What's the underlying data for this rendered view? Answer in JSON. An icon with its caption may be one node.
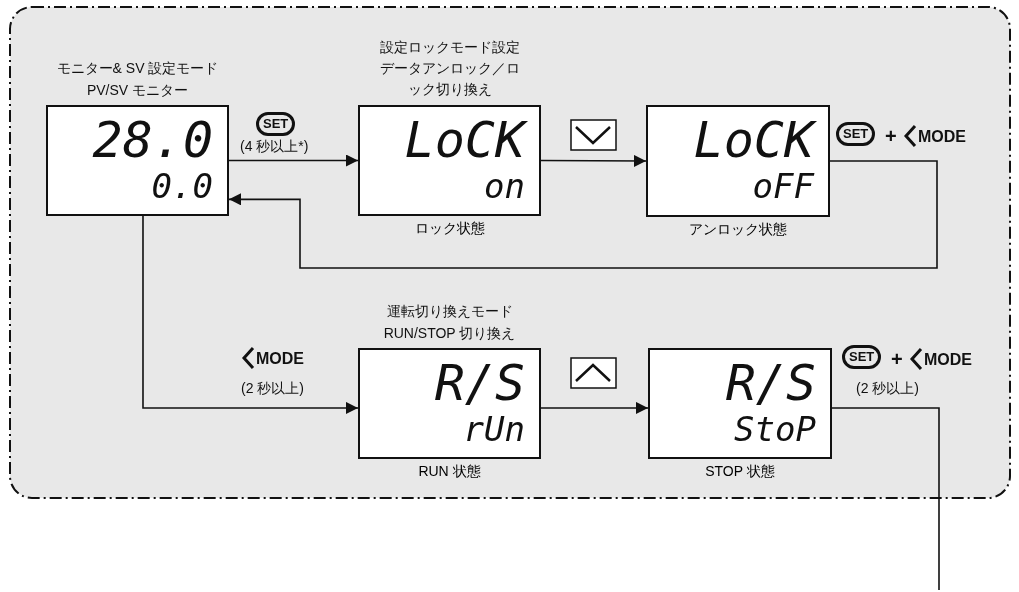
{
  "diagram": {
    "nodes": [
      {
        "text": [],
        "shape": "box"
      },
      {
        "text": [
          "モニター& SV 設定モードPV/SV モニター",
          "28.0",
          "0.0"
        ],
        "in": 0
      },
      {
        "text": [
          "設定ロックモード設定データアンロック／ロック切り換え",
          "LoCK",
          "on"
        ],
        "beside": [
          "ロック状態"
        ],
        "in": 0
      },
      {
        "text": [
          "LoCK",
          "oFF"
        ],
        "beside": [
          "アンロック状態"
        ],
        "in": 0
      },
      {
        "text": [
          "運転切り換えモードRUN/STOP 切り換え",
          "R/S",
          "rUn"
        ],
        "beside": [
          "RUN 状態"
        ],
        "in": 0
      },
      {
        "text": [
          "R/S",
          "StoP"
        ],
        "beside": [
          "STOP 状態"
        ],
        "in": 0
      }
    ],
    "edges": [
      {
        "from": 1,
        "to": 2,
        "arrow": "to",
        "label": "(4 秒以上*)"
      },
      {
        "from": 2,
        "to": 3,
        "arrow": "to"
      },
      {
        "from": 3,
        "to": 1,
        "arrow": "to"
      },
      {
        "from": 1,
        "to": 4,
        "arrow": "to",
        "label": "(2 秒以上)"
      },
      {
        "from": 4,
        "to": 5,
        "arrow": "to"
      },
      {
        "from": 5,
        "to": null,
        "arrow": "none",
        "label": "(2 秒以上)"
      }
    ],
    "labels": [
      "SET",
      "SET",
      "+",
      "MODE",
      "MODE",
      "SET",
      "+",
      "MODE"
    ]
  }
}
